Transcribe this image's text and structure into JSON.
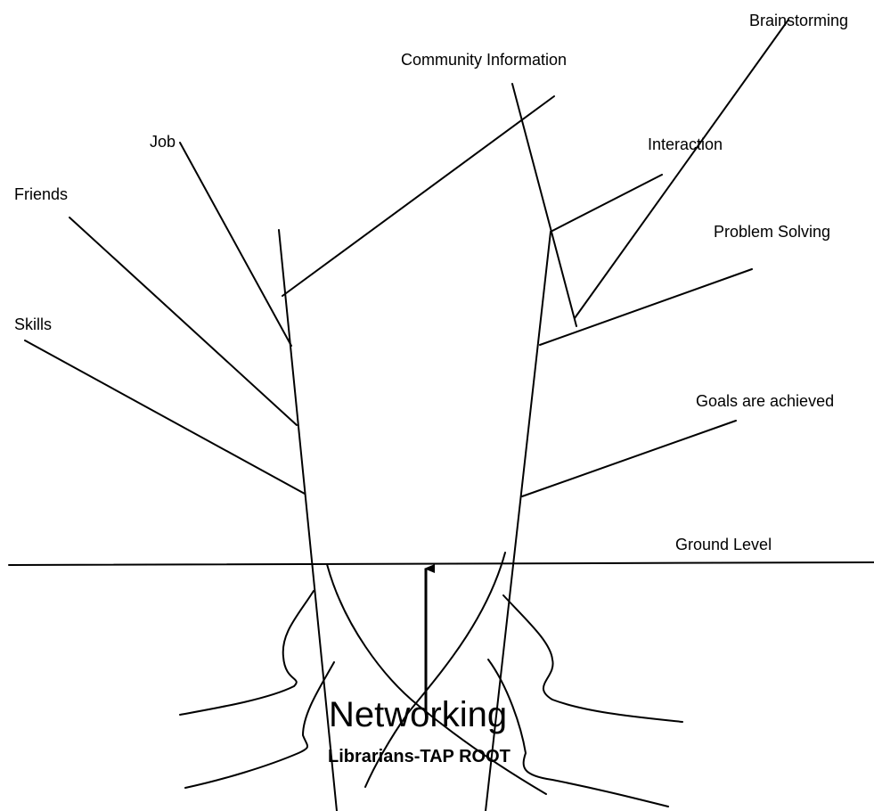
{
  "diagram": {
    "branches": {
      "brainstorming": "Brainstorming",
      "community_information": "Community Information",
      "job": "Job",
      "interaction": "Interaction",
      "friends": "Friends",
      "problem_solving": "Problem Solving",
      "skills": "Skills",
      "goals_achieved": "Goals are achieved"
    },
    "ground_level": "Ground Level",
    "root_title": "Networking",
    "root_subtitle": "Librarians-TAP ROOT"
  }
}
